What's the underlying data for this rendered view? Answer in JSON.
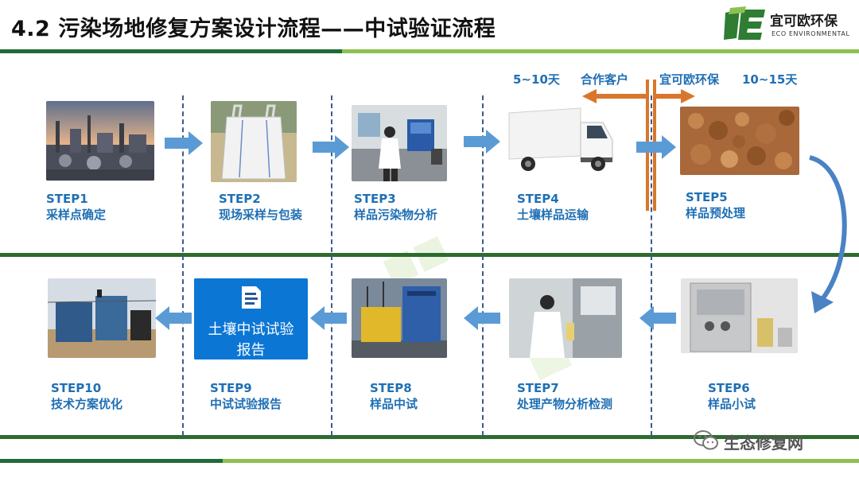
{
  "header": {
    "title": "4.2 污染场地修复方案设计流程——中试验证流程"
  },
  "logo": {
    "name_cn": "宜可欧环保",
    "name_en": "ECO ENVIRONMENTAL",
    "brand_green": "#2e7d32",
    "brand_light": "#8cc152"
  },
  "division": {
    "left_days": "5~10天",
    "left_party": "合作客户",
    "right_party": "宜可欧环保",
    "right_days": "10~15天",
    "arrow_color": "#d9762b"
  },
  "steps": [
    {
      "step": "STEP1",
      "name": "采样点确定"
    },
    {
      "step": "STEP2",
      "name": "现场采样与包装"
    },
    {
      "step": "STEP3",
      "name": "样品污染物分析"
    },
    {
      "step": "STEP4",
      "name": "土壤样品运输"
    },
    {
      "step": "STEP5",
      "name": "样品预处理"
    },
    {
      "step": "STEP6",
      "name": "样品小试"
    },
    {
      "step": "STEP7",
      "name": "处理产物分析检测"
    },
    {
      "step": "STEP8",
      "name": "样品中试"
    },
    {
      "step": "STEP9",
      "name": "中试试验报告"
    },
    {
      "step": "STEP10",
      "name": "技术方案优化"
    }
  ],
  "report_tile": {
    "line1": "土壤中试试验",
    "line2": "报告"
  },
  "footer": {
    "wechat_name": "生态修复网"
  },
  "colors": {
    "label_blue": "#1f6fb4",
    "arrow_blue": "#5b9bd5",
    "band_dark": "#2e6b2e"
  }
}
